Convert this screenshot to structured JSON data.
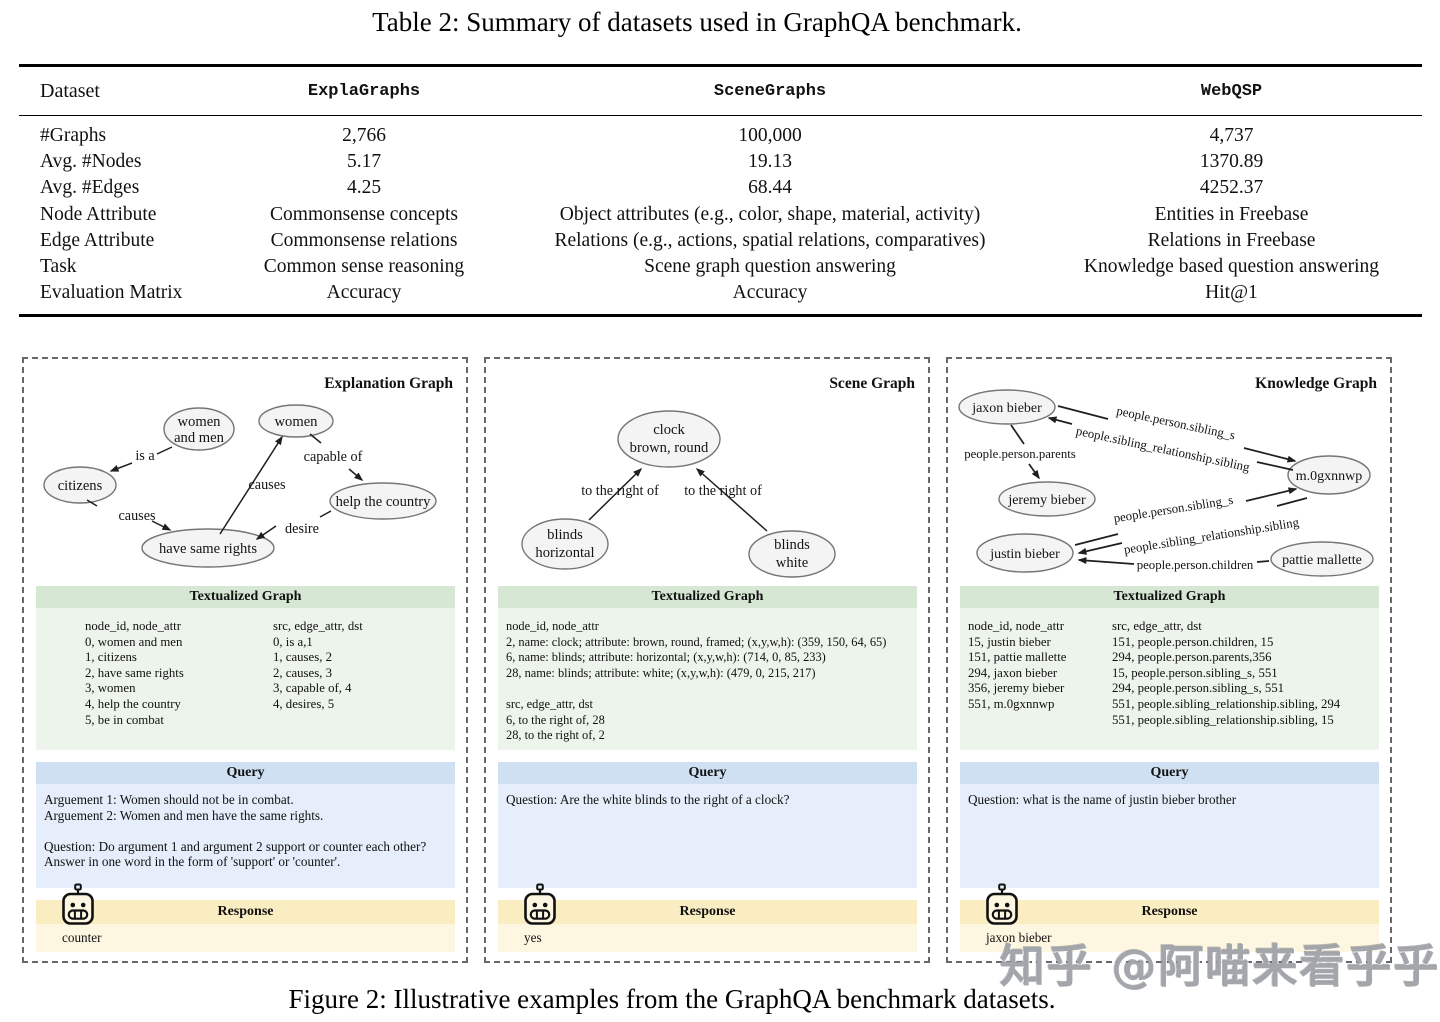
{
  "page": {
    "table_caption": "Table 2: Summary of datasets used in GraphQA benchmark.",
    "figure_caption": "Figure 2: Illustrative examples from the GraphQA benchmark datasets.",
    "watermark": "知乎 @阿喵来看乎乎"
  },
  "table": {
    "columns": [
      "Dataset",
      "ExplaGraphs",
      "SceneGraphs",
      "WebQSP"
    ],
    "rows": [
      [
        "#Graphs",
        "2,766",
        "100,000",
        "4,737"
      ],
      [
        "Avg. #Nodes",
        "5.17",
        "19.13",
        "1370.89"
      ],
      [
        "Avg. #Edges",
        "4.25",
        "68.44",
        "4252.37"
      ],
      [
        "Node Attribute",
        "Commonsense concepts",
        "Object attributes (e.g., color, shape, material, activity)",
        "Entities in Freebase"
      ],
      [
        "Edge Attribute",
        "Commonsense relations",
        "Relations (e.g., actions, spatial relations, comparatives)",
        "Relations in Freebase"
      ],
      [
        "Task",
        "Common sense reasoning",
        "Scene graph question answering",
        "Knowledge based question answering"
      ],
      [
        "Evaluation Matrix",
        "Accuracy",
        "Accuracy",
        "Hit@1"
      ]
    ]
  },
  "panels": [
    {
      "title": "Explanation Graph",
      "graph": {
        "node_labels": [
          [
            "women",
            "and men"
          ],
          [
            "women"
          ],
          [
            "citizens"
          ],
          [
            "help the country"
          ],
          [
            "have same rights"
          ]
        ],
        "edge_labels": [
          "is a",
          "causes",
          "capable of",
          "causes",
          "desire"
        ]
      },
      "textualized": {
        "title": "Textualized Graph",
        "left": [
          "node_id, node_attr",
          "0, women and men",
          "1, citizens",
          "2, have same rights",
          "3, women",
          "4, help the country",
          "5, be in combat"
        ],
        "right": [
          "src, edge_attr, dst",
          "0, is a,1",
          "1, causes, 2",
          "2, causes, 3",
          "3, capable of, 4",
          "4, desires, 5"
        ]
      },
      "query": {
        "title": "Query",
        "lines": [
          "Arguement 1: Women should not be in combat.",
          "Arguement 2: Women and men have the same rights.",
          "",
          "Question: Do argument 1 and argument 2 support or counter each other?",
          "Answer in one word in the form of 'support' or 'counter'."
        ]
      },
      "response": {
        "title": "Response",
        "text": "counter"
      }
    },
    {
      "title": "Scene Graph",
      "graph": {
        "node_labels": [
          [
            "clock",
            "brown, round"
          ],
          [
            "blinds",
            "horizontal"
          ],
          [
            "blinds",
            "white"
          ]
        ],
        "edge_labels": [
          "to the right of",
          "to the right of"
        ]
      },
      "textualized": {
        "title": "Textualized Graph",
        "left": [
          "node_id, node_attr",
          "2, name: clock; attribute: brown, round, framed; (x,y,w,h): (359, 150, 64, 65)",
          "6, name: blinds; attribute: horizontal; (x,y,w,h): (714, 0, 85, 233)",
          "28, name: blinds; attribute: white; (x,y,w,h): (479, 0, 215, 217)",
          "",
          "src, edge_attr, dst",
          "6, to the right of, 28",
          "28, to the right of, 2"
        ]
      },
      "query": {
        "title": "Query",
        "lines": [
          "Question: Are the white blinds to the right of a clock?"
        ]
      },
      "response": {
        "title": "Response",
        "text": "yes"
      }
    },
    {
      "title": "Knowledge Graph",
      "graph": {
        "node_labels": [
          [
            "jaxon bieber"
          ],
          [
            "m.0gxnnwp"
          ],
          [
            "jeremy bieber"
          ],
          [
            "justin bieber"
          ],
          [
            "pattie mallette"
          ]
        ],
        "edge_labels": [
          "people.person.sibling_s",
          "people.sibling_relationship.sibling",
          "people.person.parents",
          "people.person.sibling_s",
          "people.sibling_relationship.sibling",
          "people.person.children"
        ]
      },
      "textualized": {
        "title": "Textualized Graph",
        "left": [
          "node_id, node_attr",
          "15, justin bieber",
          "151, pattie mallette",
          "294, jaxon bieber",
          "356, jeremy bieber",
          "551, m.0gxnnwp"
        ],
        "right": [
          "src, edge_attr, dst",
          "151, people.person.children, 15",
          "294, people.person.parents,356",
          "15, people.person.sibling_s, 551",
          "294, people.person.sibling_s, 551",
          "551, people.sibling_relationship.sibling, 294",
          "551, people.sibling_relationship.sibling, 15"
        ]
      },
      "query": {
        "title": "Query",
        "lines": [
          "Question: what is the name of justin bieber brother"
        ]
      },
      "response": {
        "title": "Response",
        "text": "jaxon bieber"
      }
    }
  ]
}
